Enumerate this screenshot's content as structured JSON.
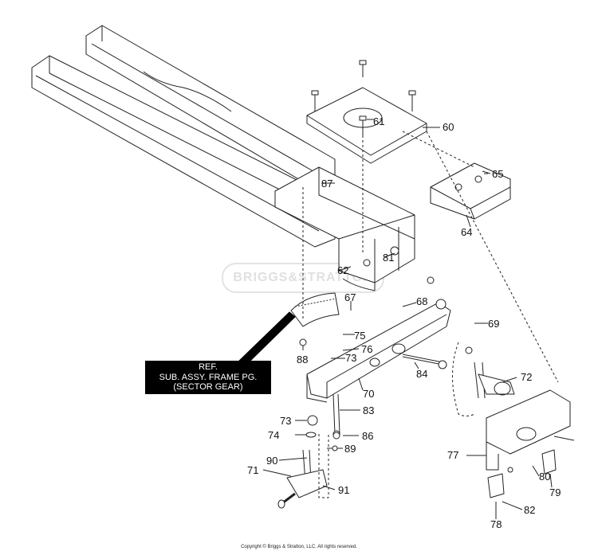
{
  "watermark": {
    "text": "BRIGGS&STRATTON"
  },
  "reference": {
    "line1": "REF.",
    "line2": "SUB. ASSY. FRAME PG.",
    "line3": "(SECTOR GEAR)"
  },
  "part_labels": [
    "61",
    "60",
    "65",
    "64",
    "87",
    "81",
    "62",
    "68",
    "67",
    "69",
    "75",
    "76",
    "88",
    "73",
    "84",
    "72",
    "70",
    "83",
    "73",
    "74",
    "86",
    "89",
    "90",
    "71",
    "91",
    "77",
    "80",
    "79",
    "82",
    "78"
  ],
  "footer": {
    "copyright": "Copyright © Briggs & Stratton, LLC. All rights reserved."
  },
  "colors": {
    "line": "#222222",
    "reference_box": "#000000"
  }
}
